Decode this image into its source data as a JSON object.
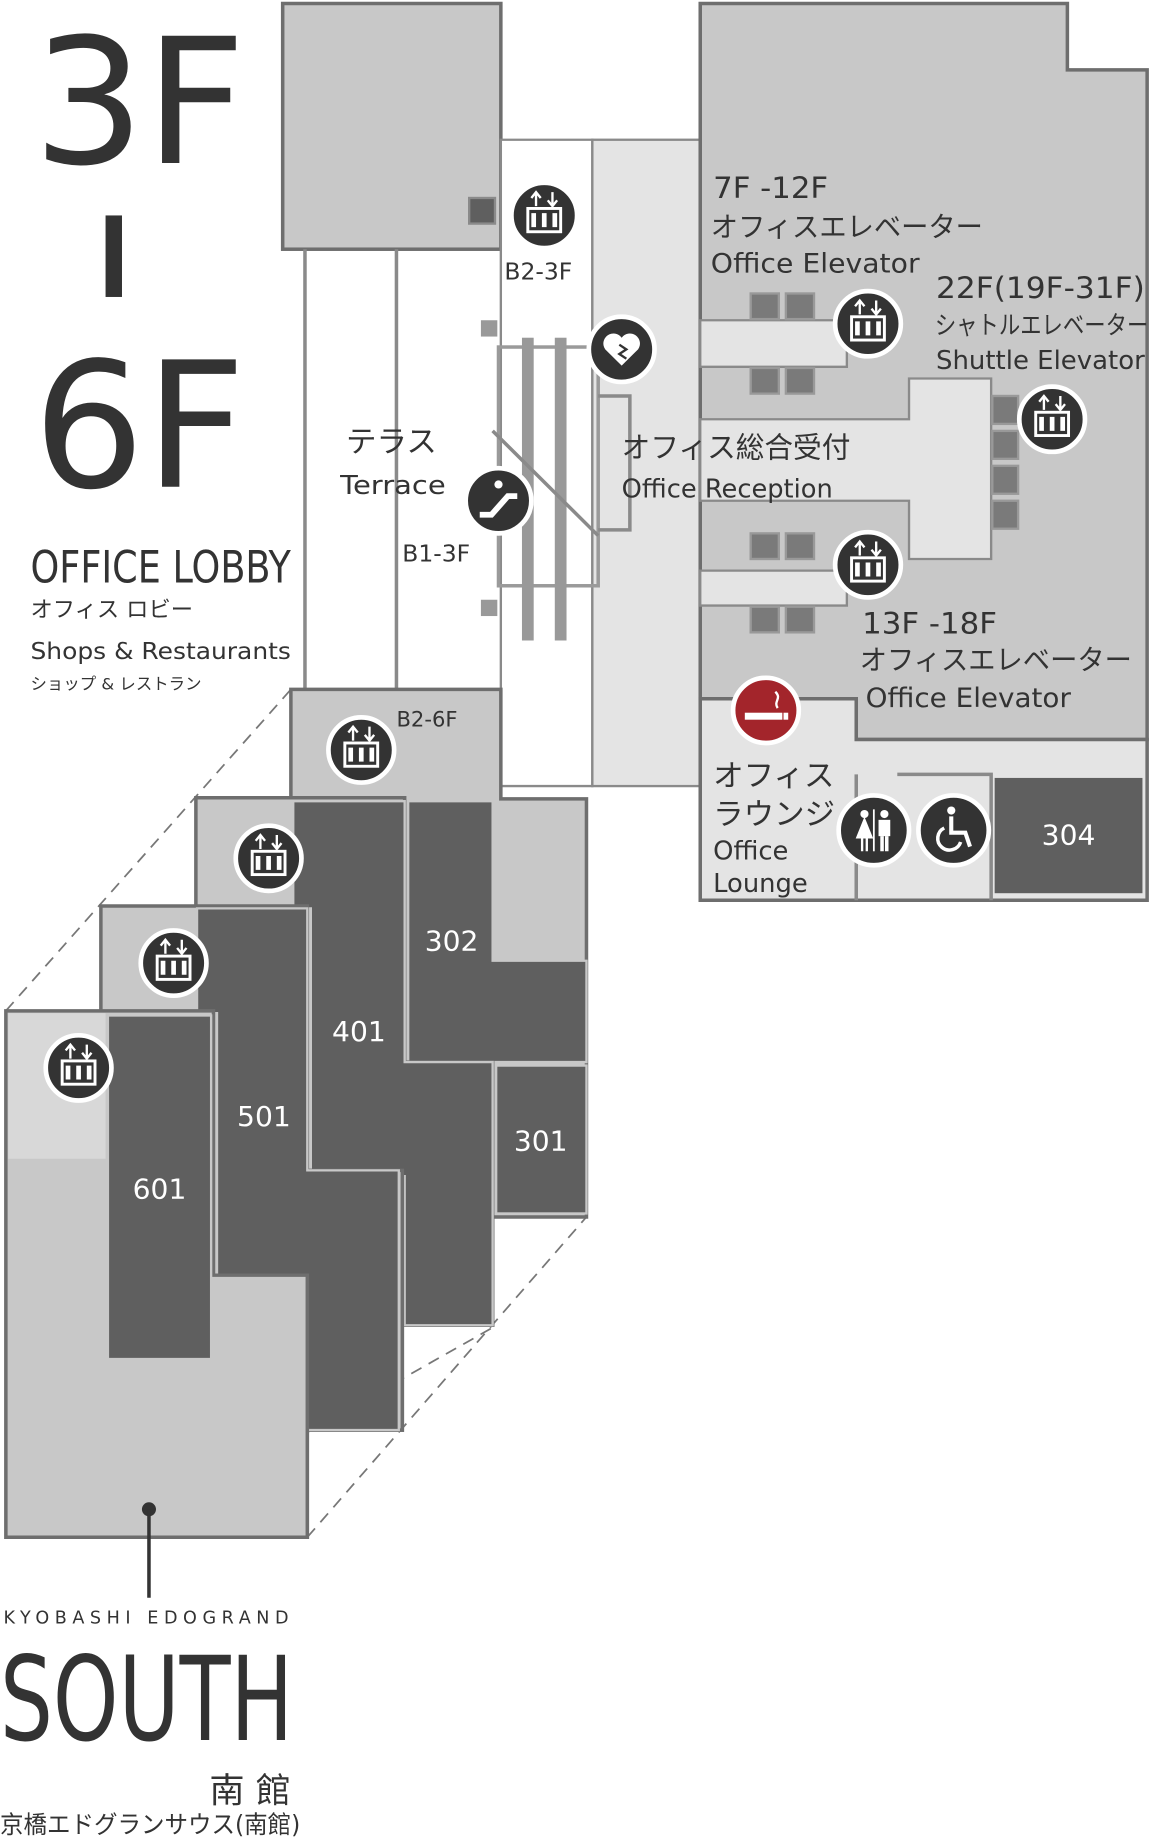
{
  "floor_range": {
    "top": "3F",
    "sep": "I",
    "bottom": "6F"
  },
  "title": {
    "en": "OFFICE LOBBY",
    "ja": "オフィス ロビー"
  },
  "subtitle": {
    "en": "Shops & Restaurants",
    "ja": "ショップ & レストラン"
  },
  "building": {
    "brand": "KYOBASHI EDOGRAND",
    "name": "SOUTH",
    "name_ja": "南 館",
    "full_ja": "京橋エドグランサウス(南館)"
  },
  "labels": {
    "terrace_ja": "テラス",
    "terrace_en": "Terrace",
    "elev_b2_3f": "B2-3F",
    "esc_b1_3f": "B1-3F",
    "elev_b2_6f": "B2-6F",
    "office_elev_low_floors": "7F -12F",
    "office_elev_low_ja": "オフィスエレベーター",
    "office_elev_low_en": "Office Elevator",
    "shuttle_floors": "22F(19F-31F)",
    "shuttle_ja": "シャトルエレベーター",
    "shuttle_en": "Shuttle Elevator",
    "reception_ja": "オフィス総合受付",
    "reception_en": "Office Reception",
    "office_elev_mid_floors": "13F -18F",
    "office_elev_mid_ja": "オフィスエレベーター",
    "office_elev_mid_en": "Office Elevator",
    "lounge_ja1": "オフィス",
    "lounge_ja2": "ラウンジ",
    "lounge_en1": "Office",
    "lounge_en2": "Lounge"
  },
  "rooms": {
    "r304": "304",
    "r302": "302",
    "r301": "301",
    "r401": "401",
    "r501": "501",
    "r601": "601"
  },
  "icons": [
    "elevator-icon",
    "escalator-icon",
    "aed-icon",
    "smoking-area-icon",
    "restroom-icon",
    "wheelchair-icon"
  ],
  "colors": {
    "smoking": "#a3252b",
    "icon": "#333333",
    "tenant": "#5f5f5f",
    "block": "#c8c8c8"
  }
}
